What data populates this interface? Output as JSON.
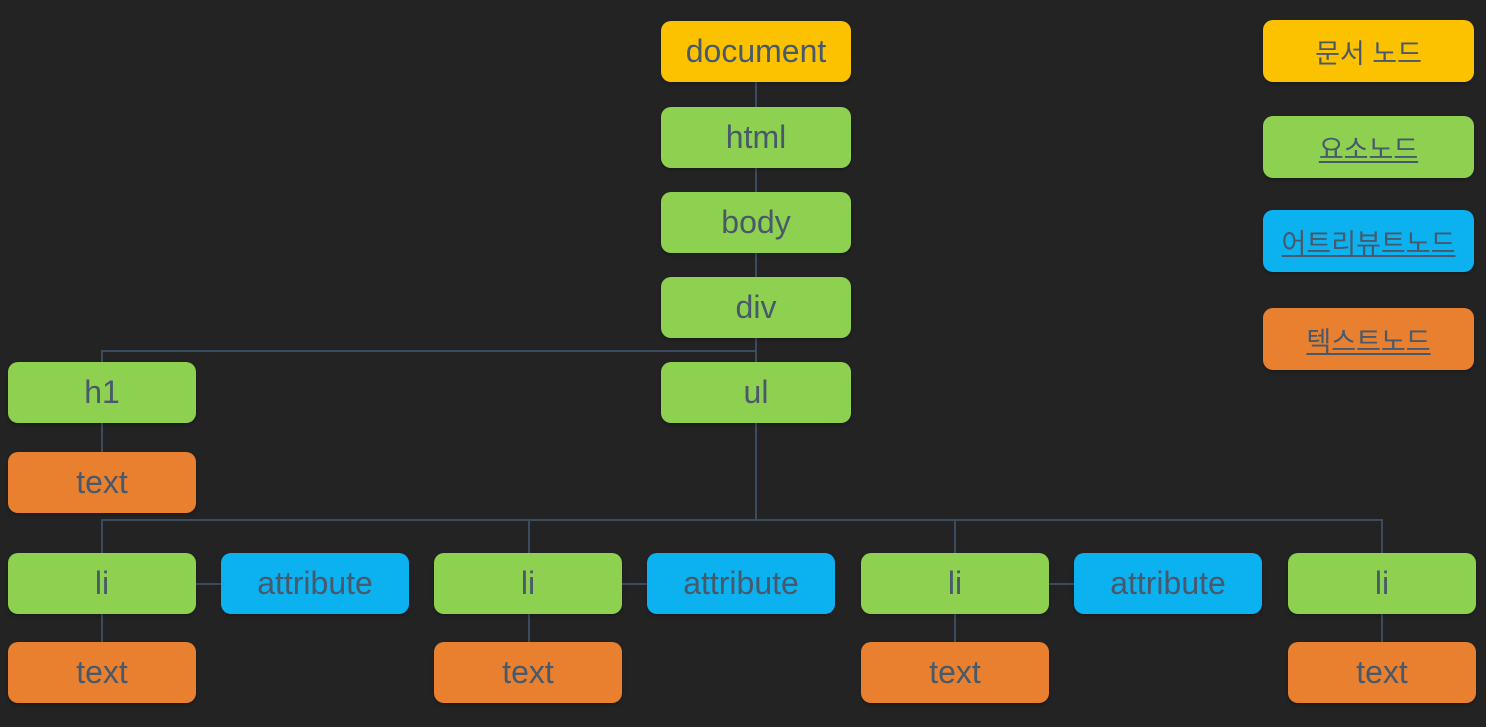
{
  "diagram": {
    "background_color": "#232323",
    "connector_color": "#3b4c5e",
    "label_color": "#48596c",
    "node_type_colors": {
      "document_node": "#fcc200",
      "element_node": "#8ed04f",
      "attribute_node": "#0cb1ef",
      "text_node": "#e8802f"
    },
    "nodes": {
      "document": "document",
      "html": "html",
      "body": "body",
      "div": "div",
      "h1": "h1",
      "ul": "ul",
      "h1_text": "text",
      "li1": "li",
      "attr1": "attribute",
      "li2": "li",
      "attr2": "attribute",
      "li3": "li",
      "attr3": "attribute",
      "li4": "li",
      "li1_text": "text",
      "li2_text": "text",
      "li3_text": "text",
      "li4_text": "text"
    },
    "edges": [
      [
        "document",
        "html"
      ],
      [
        "html",
        "body"
      ],
      [
        "body",
        "div"
      ],
      [
        "div",
        "h1"
      ],
      [
        "div",
        "ul"
      ],
      [
        "h1",
        "h1_text"
      ],
      [
        "ul",
        "li1"
      ],
      [
        "ul",
        "li2"
      ],
      [
        "ul",
        "li3"
      ],
      [
        "ul",
        "li4"
      ],
      [
        "li1",
        "attr1"
      ],
      [
        "li2",
        "attr2"
      ],
      [
        "li3",
        "attr3"
      ],
      [
        "li1",
        "li1_text"
      ],
      [
        "li2",
        "li2_text"
      ],
      [
        "li3",
        "li3_text"
      ],
      [
        "li4",
        "li4_text"
      ]
    ]
  },
  "legend": {
    "items": [
      {
        "label": "문서 노드",
        "type": "document_node",
        "underlined": false
      },
      {
        "label": "요소노드",
        "type": "element_node",
        "underlined": true
      },
      {
        "label": "어트리뷰트노드",
        "type": "attribute_node",
        "underlined": true
      },
      {
        "label": "텍스트노드",
        "type": "text_node",
        "underlined": true
      }
    ]
  }
}
